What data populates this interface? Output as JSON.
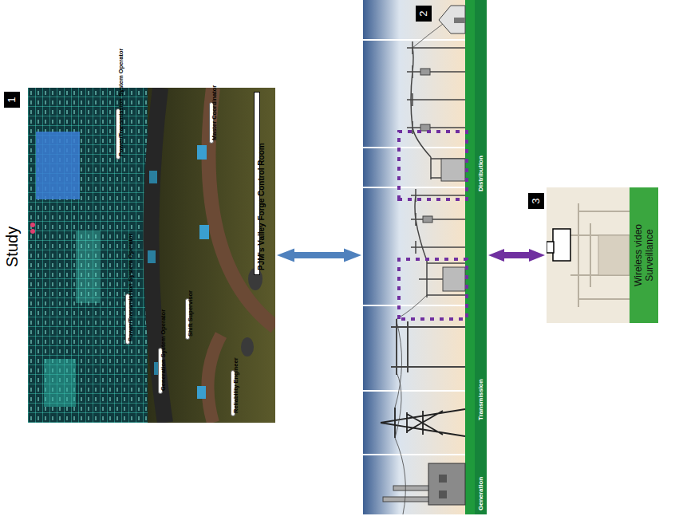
{
  "diagram": {
    "title": "Study",
    "nodes": [
      {
        "text": [
          "1"
        ]
      },
      {
        "text": [
          "PJM's Valley Forge Control Room"
        ],
        "in": 0
      },
      {
        "text": [
          "Power/Transmission System Operator"
        ],
        "in": 0
      },
      {
        "text": [
          "Master Coordinator"
        ],
        "in": 0
      },
      {
        "text": [
          "Power/Transmission System Operator"
        ],
        "in": 0
      },
      {
        "text": [
          "Generation System Operator"
        ],
        "in": 0
      },
      {
        "text": [
          "Shift Supervisor"
        ],
        "in": 0
      },
      {
        "text": [
          "Reliability Engineer"
        ],
        "in": 0
      },
      {
        "text": [
          "2",
          "Generation",
          "Transmission",
          "Distribution"
        ]
      },
      {
        "text": [
          "3",
          "Wireless video Surveillance"
        ]
      }
    ],
    "edges": [
      {
        "from": 0,
        "to": 8,
        "arrow": "both"
      },
      {
        "from": 8,
        "to": 9,
        "arrow": "both"
      }
    ]
  }
}
